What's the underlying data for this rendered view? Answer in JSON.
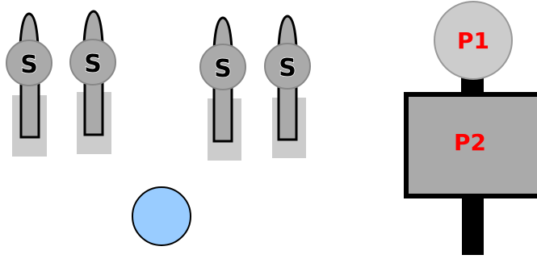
{
  "scene": {
    "switches": [
      {
        "label": "S"
      },
      {
        "label": "S"
      },
      {
        "label": "S"
      },
      {
        "label": "S"
      }
    ],
    "player_piece_top": {
      "label": "P1"
    },
    "player_piece_body": {
      "label": "P2"
    }
  },
  "colors": {
    "background": "#ffffff",
    "gray_fill": "#aaaaaa",
    "light_gray_shadow": "#cccccc",
    "ball_fill": "#99ccff",
    "label_red": "#ff0000",
    "outline": "#000000"
  }
}
